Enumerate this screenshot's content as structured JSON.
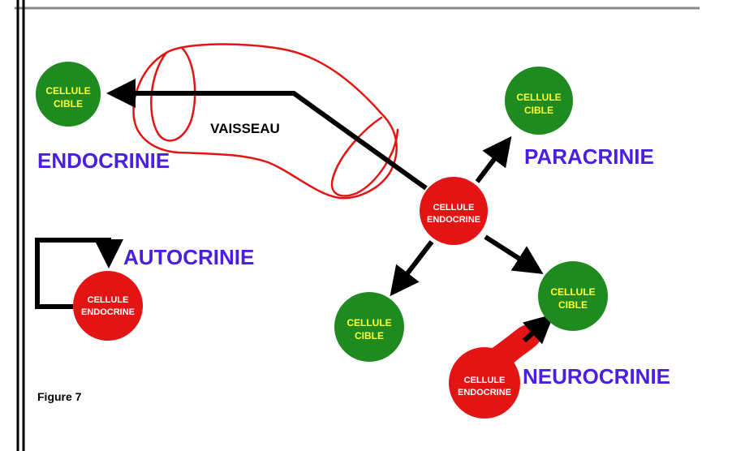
{
  "colors": {
    "cible_fill": "#1f8a1f",
    "cible_text": "#ffff33",
    "endocrine_fill": "#e21414",
    "endocrine_text": "#ffffff",
    "heading": "#4a1fe0",
    "vessel": "#e21414",
    "arrow": "#000000"
  },
  "cells": {
    "cible_endo": {
      "line1": "CELLULE",
      "line2": "CIBLE"
    },
    "cible_para": {
      "line1": "CELLULE",
      "line2": "CIBLE"
    },
    "cible_right": {
      "line1": "CELLULE",
      "line2": "CIBLE"
    },
    "cible_bottom": {
      "line1": "CELLULE",
      "line2": "CIBLE"
    },
    "endocrine_center": {
      "line1": "CELLULE",
      "line2": "ENDOCRINE"
    },
    "endocrine_auto": {
      "line1": "CELLULE",
      "line2": "ENDOCRINE"
    },
    "endocrine_neuro": {
      "line1": "CELLULE",
      "line2": "ENDOCRINE"
    }
  },
  "labels": {
    "vaisseau": "VAISSEAU",
    "endocrinie": "ENDOCRINIE",
    "paracrinie": "PARACRINIE",
    "autocrinie": "AUTOCRINIE",
    "neurocrinie": "NEUROCRINIE",
    "figure": "Figure 7"
  }
}
